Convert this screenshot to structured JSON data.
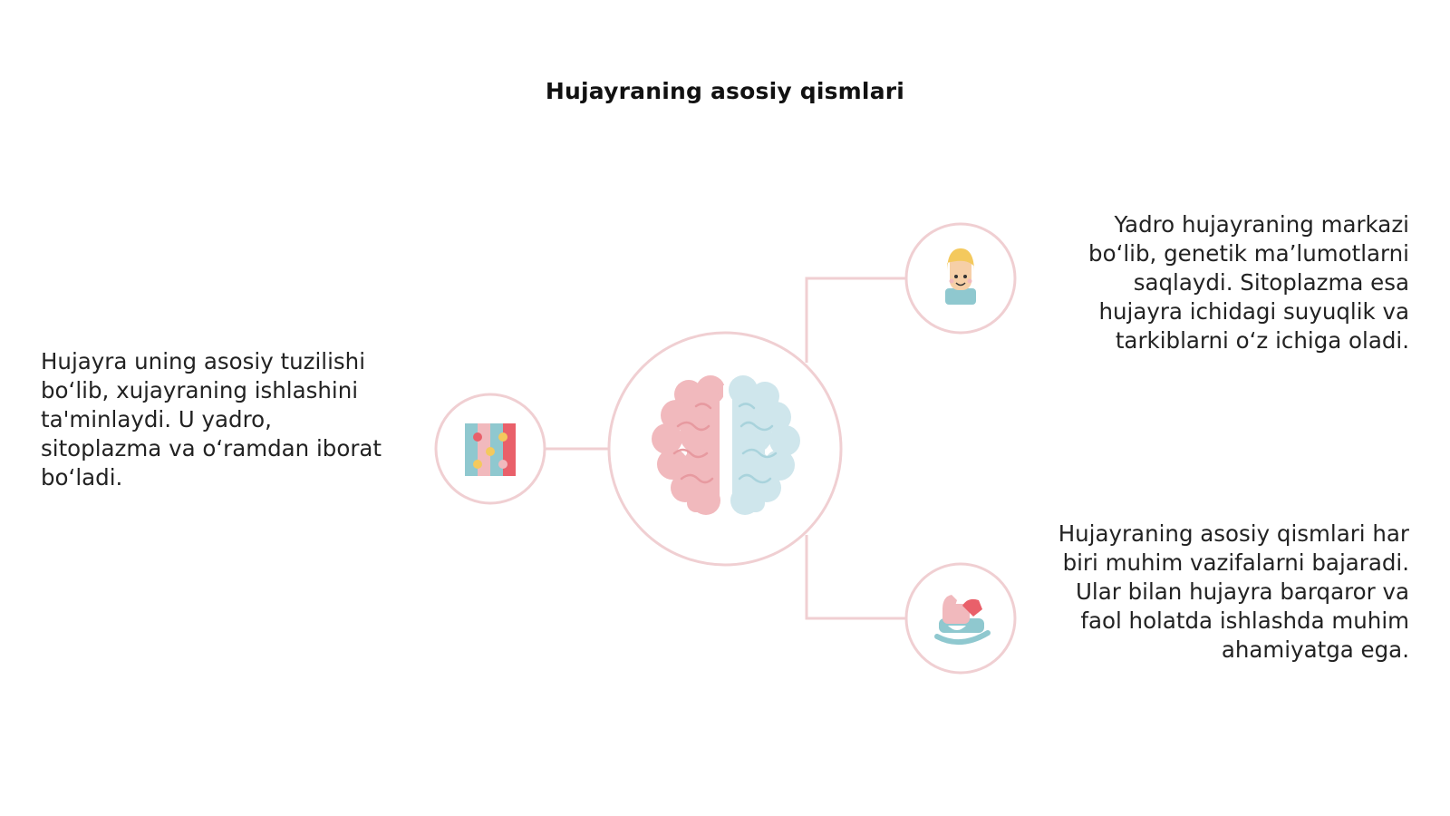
{
  "title": "Hujayraning asosiy qismlari",
  "nodes": {
    "left": {
      "icon": "puzzle-icon",
      "text": "Hujayra uning asosiy tuzilishi bo‘lib, xujayraning ishlashini ta'minlaydi. U yadro, sitoplazma va o‘ramdan iborat bo‘ladi."
    },
    "top_right": {
      "icon": "child-face-icon",
      "text": "Yadro hujayraning markazi bo‘lib, genetik ma’lumotlarni saqlaydi. Sitoplazma esa hujayra ichidagi suyuqlik va tarkiblarni o‘z ichiga oladi."
    },
    "bottom_right": {
      "icon": "rocking-horse-icon",
      "text": "Hujayraning asosiy qismlari har biri muhim vazifalarni bajaradi. Ular bilan hujayra barqaror va faol holatda ishlashda muhim ahamiyatga ega."
    },
    "center": {
      "icon": "brain-icon"
    }
  },
  "colors": {
    "ring": "#f0cfd2",
    "connector": "#f0cfd2",
    "brain_left": "#f1b9bd",
    "brain_right": "#cfe6ec",
    "accent_teal": "#8fc8cf",
    "accent_red": "#e9606a",
    "accent_yellow": "#f4c95d"
  }
}
